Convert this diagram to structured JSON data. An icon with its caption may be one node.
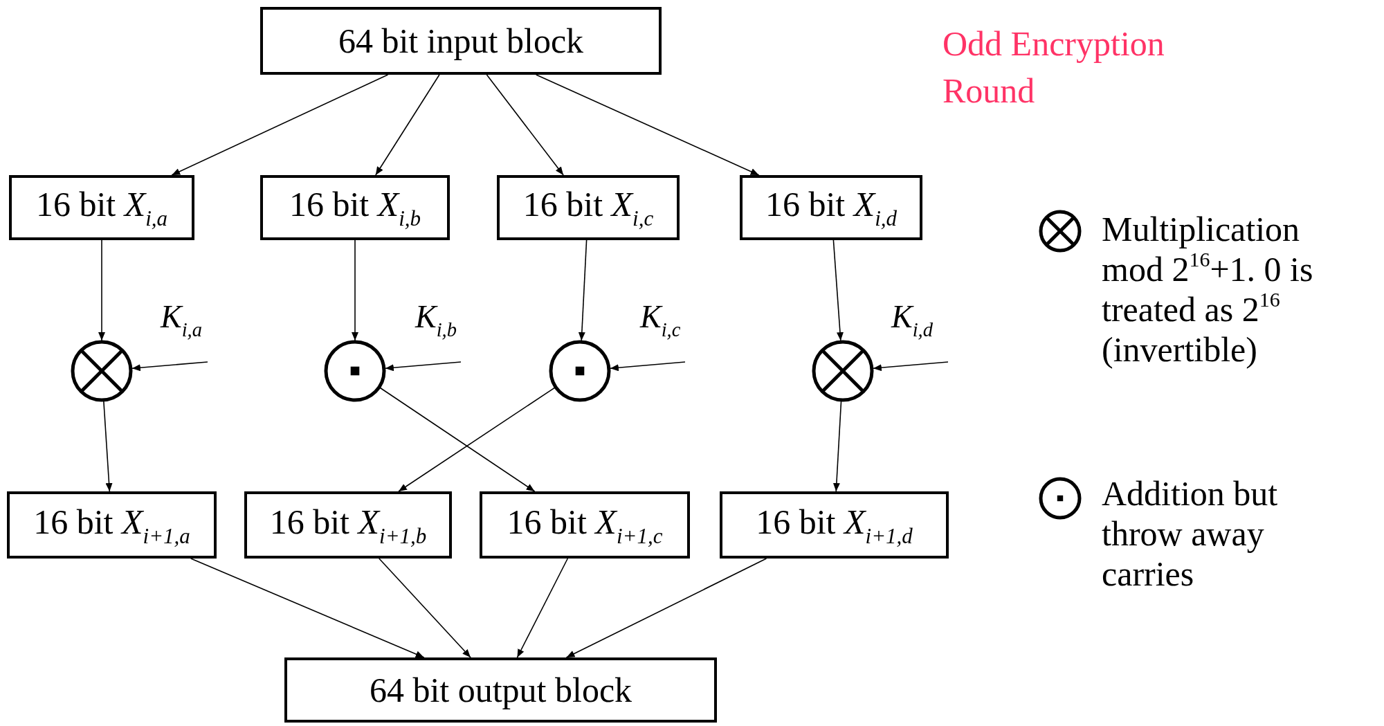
{
  "diagram": {
    "title": "Odd Encryption Round",
    "nodes": [
      {
        "text": [
          "64 bit input block"
        ]
      },
      {
        "text": [
          "16 bit *X*$_{i,a}$"
        ]
      },
      {
        "text": [
          "16 bit *X*$_{i,b}$"
        ]
      },
      {
        "text": [
          "16 bit *X*$_{i,c}$"
        ]
      },
      {
        "text": [
          "16 bit *X*$_{i,d}$"
        ]
      },
      {
        "text": [],
        "shape": "circle"
      },
      {
        "text": [],
        "shape": "circle"
      },
      {
        "text": [],
        "shape": "circle"
      },
      {
        "text": [],
        "shape": "circle"
      },
      {
        "text": [
          "16 bit *X*$_{i+1,a}$"
        ]
      },
      {
        "text": [
          "16 bit *X*$_{i+1,b}$"
        ]
      },
      {
        "text": [
          "16 bit *X*$_{i+1,c}$"
        ]
      },
      {
        "text": [
          "16 bit *X*$_{i+1,d}$"
        ]
      },
      {
        "text": [
          "64 bit output block"
        ]
      }
    ],
    "edges": [
      {
        "from": 0,
        "to": 1,
        "arrow": "to"
      },
      {
        "from": 0,
        "to": 2,
        "arrow": "to"
      },
      {
        "from": 0,
        "to": 3,
        "arrow": "to"
      },
      {
        "from": 0,
        "to": 4,
        "arrow": "to"
      },
      {
        "from": 1,
        "to": 5,
        "arrow": "to"
      },
      {
        "from": 2,
        "to": 6,
        "arrow": "to"
      },
      {
        "from": 3,
        "to": 7,
        "arrow": "to"
      },
      {
        "from": 4,
        "to": 8,
        "arrow": "to"
      },
      {
        "from": null,
        "to": 5,
        "arrow": "to",
        "label": "*K*$_{i,a}$"
      },
      {
        "from": null,
        "to": 6,
        "arrow": "to",
        "label": "*K*$_{i,b}$"
      },
      {
        "from": null,
        "to": 7,
        "arrow": "to",
        "label": "*K*$_{i,c}$"
      },
      {
        "from": null,
        "to": 8,
        "arrow": "to",
        "label": "*K*$_{i,d}$"
      },
      {
        "from": 5,
        "to": 9,
        "arrow": "to"
      },
      {
        "from": 6,
        "to": 11,
        "arrow": "to"
      },
      {
        "from": 7,
        "to": 10,
        "arrow": "to"
      },
      {
        "from": 8,
        "to": 12,
        "arrow": "to"
      },
      {
        "from": 9,
        "to": 13,
        "arrow": "to"
      },
      {
        "from": 10,
        "to": 13,
        "arrow": "to"
      },
      {
        "from": 11,
        "to": 13,
        "arrow": "to"
      },
      {
        "from": 12,
        "to": 13,
        "arrow": "to"
      }
    ],
    "legend": [
      {
        "text": "Multiplication mod 2$^{16}$+1. 0 is treated as 2$^{16}$ (invertible)"
      },
      {
        "text": "Addition but throw away carries"
      }
    ]
  }
}
